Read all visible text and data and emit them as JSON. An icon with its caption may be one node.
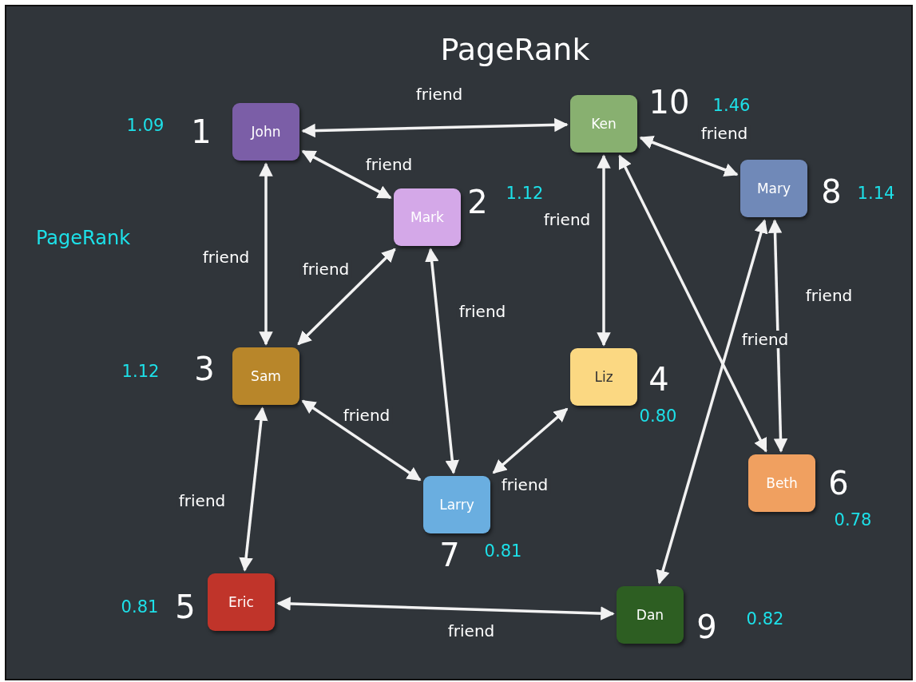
{
  "diagram": {
    "title": "PageRank",
    "nodes": [
      {
        "text": [
          "John"
        ],
        "beside": [
          "1",
          "1.09"
        ]
      },
      {
        "text": [
          "Mark"
        ],
        "beside": [
          "2",
          "1.12"
        ]
      },
      {
        "text": [
          "Sam"
        ],
        "beside": [
          "3",
          "1.12"
        ]
      },
      {
        "text": [
          "Liz"
        ],
        "beside": [
          "4",
          "0.80"
        ]
      },
      {
        "text": [
          "Eric"
        ],
        "beside": [
          "5",
          "0.81"
        ]
      },
      {
        "text": [
          "Beth"
        ],
        "beside": [
          "6",
          "0.78"
        ]
      },
      {
        "text": [
          "Larry"
        ],
        "beside": [
          "7",
          "0.81"
        ]
      },
      {
        "text": [
          "Mary"
        ],
        "beside": [
          "8",
          "1.14"
        ]
      },
      {
        "text": [
          "Dan"
        ],
        "beside": [
          "9",
          "0.82"
        ]
      },
      {
        "text": [
          "Ken"
        ],
        "beside": [
          "10",
          "1.46"
        ]
      }
    ],
    "edges": [
      {
        "from": 0,
        "to": 9,
        "arrow": "both",
        "label": "friend"
      },
      {
        "from": 0,
        "to": 1,
        "arrow": "both",
        "label": "friend"
      },
      {
        "from": 9,
        "to": 7,
        "arrow": "both",
        "label": "friend"
      },
      {
        "from": 9,
        "to": 3,
        "arrow": "both",
        "label": "friend"
      },
      {
        "from": 0,
        "to": 2,
        "arrow": "both",
        "label": "friend"
      },
      {
        "from": 1,
        "to": 2,
        "arrow": "both",
        "label": "friend"
      },
      {
        "from": 1,
        "to": 6,
        "arrow": "both",
        "label": "friend"
      },
      {
        "from": 7,
        "to": 5,
        "arrow": "both",
        "label": "friend"
      },
      {
        "from": 7,
        "to": 8,
        "arrow": "both",
        "label": "friend"
      },
      {
        "from": 9,
        "to": 5,
        "arrow": "both"
      },
      {
        "from": 2,
        "to": 6,
        "arrow": "both",
        "label": "friend"
      },
      {
        "from": 6,
        "to": 3,
        "arrow": "both",
        "label": "friend"
      },
      {
        "from": 2,
        "to": 4,
        "arrow": "both",
        "label": "friend"
      },
      {
        "from": 4,
        "to": 8,
        "arrow": "both",
        "label": "friend"
      }
    ],
    "labels": [
      "PageRank"
    ]
  }
}
